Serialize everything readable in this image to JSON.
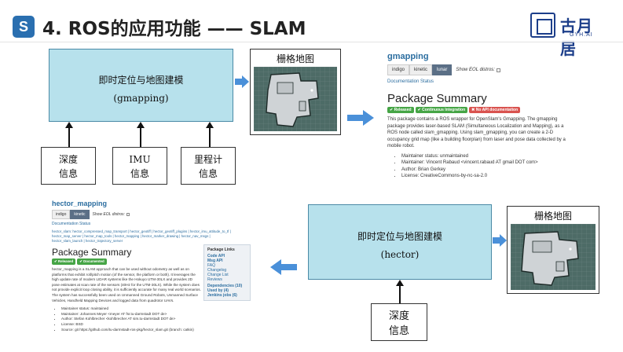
{
  "header": {
    "logo_letter": "S",
    "title": "4. ROS的应用功能 —— SLAM",
    "brand_name": "古月居",
    "brand_sub": "GYH.AI"
  },
  "colors": {
    "box_fill": "#b7e1ec",
    "arrow_blue": "#4a90d9",
    "wiki_link": "#2c6ea0",
    "badge_green": "#46a546",
    "badge_red": "#d9534f"
  },
  "top_diagram": {
    "algo_line1": "即时定位与地图建模",
    "algo_line2": "(gmapping)",
    "inputs": [
      {
        "l1": "深度",
        "l2": "信息"
      },
      {
        "l1": "IMU",
        "l2": "信息"
      },
      {
        "l1": "里程计",
        "l2": "信息"
      }
    ],
    "map_caption": "栅格地图"
  },
  "gmapping_wiki": {
    "pkg": "gmapping",
    "distros": [
      "indigo",
      "kinetic",
      "lunar"
    ],
    "active_distro": "lunar",
    "eol_label": "Show EOL distros:",
    "doc_status": "Documentation Status",
    "heading": "Package Summary",
    "badges": [
      "✔ Released",
      "✔ Continuous Integration",
      "✖ No API documentation"
    ],
    "description": "This package contains a ROS wrapper for OpenSlam's Gmapping. The gmapping package provides laser-based SLAM (Simultaneous Localization and Mapping), as a ROS node called slam_gmapping. Using slam_gmapping, you can create a 2-D occupancy grid map (like a building floorplan) from laser and pose data collected by a mobile robot.",
    "bullets": [
      "Maintainer status: unmaintained",
      "Maintainer: Vincent Rabaud <vincent.rabaud AT gmail DOT com>",
      "Author: Brian Gerkey",
      "License: CreativeCommons-by-nc-sa-2.0"
    ]
  },
  "hector_wiki": {
    "pkg": "hector_mapping",
    "distros": [
      "indigo",
      "kinetic"
    ],
    "active_distro": "kinetic",
    "eol_label": "Show EOL distros:",
    "doc_status": "Documentation Status",
    "links_line1": "hector_slam: hector_compressed_map_transport | hector_geotiff | hector_geotiff_plugins | hector_imu_attitude_to_tf |",
    "links_line2": "hector_map_server | hector_map_tools | hector_mapping | hector_marker_drawing | hector_nav_msgs |",
    "links_line3": "hector_slam_launch | hector_trajectory_server",
    "heading": "Package Summary",
    "badges": [
      "✔ Released",
      "✔ Documented"
    ],
    "description": "hector_mapping is a SLAM approach that can be used without odometry as well as on platforms that exhibit roll/pitch motion (of the sensor, the platform or both). It leverages the high update rate of modern LIDAR systems like the Hokuyo UTM-30LX and provides 2D pose estimates at scan rate of the sensors (40Hz for the UTM-30LX). While the system does not provide explicit loop closing ability, it is sufficiently accurate for many real world scenarios. The system has successfully been used on Unmanned Ground Robots, Unmanned Surface Vehicles, Handheld Mapping Devices and logged data from quadrotor UAVs.",
    "bullets": [
      "Maintainer status: maintained",
      "Maintainer: Johannes Meyer <meyer AT fsr.tu-darmstadt DOT de>",
      "Author: Stefan Kohlbrecher <kohlbrecher AT sim.tu-darmstadt DOT de>",
      "License: BSD",
      "Source: git https://github.com/tu-darmstadt-ros-pkg/hector_slam.git (branch: catkin)"
    ],
    "side_links": {
      "title": "Package Links",
      "items": [
        "Code API",
        "Msg API",
        "FAQ",
        "Changelog",
        "Change List",
        "Reviews"
      ],
      "deps": [
        "Dependencies (10)",
        "Used by (4)",
        "Jenkins jobs (6)"
      ]
    }
  },
  "bottom_diagram": {
    "algo_line1": "即时定位与地图建模",
    "algo_line2": "(hector)",
    "input": {
      "l1": "深度",
      "l2": "信息"
    },
    "map_caption": "栅格地图"
  }
}
